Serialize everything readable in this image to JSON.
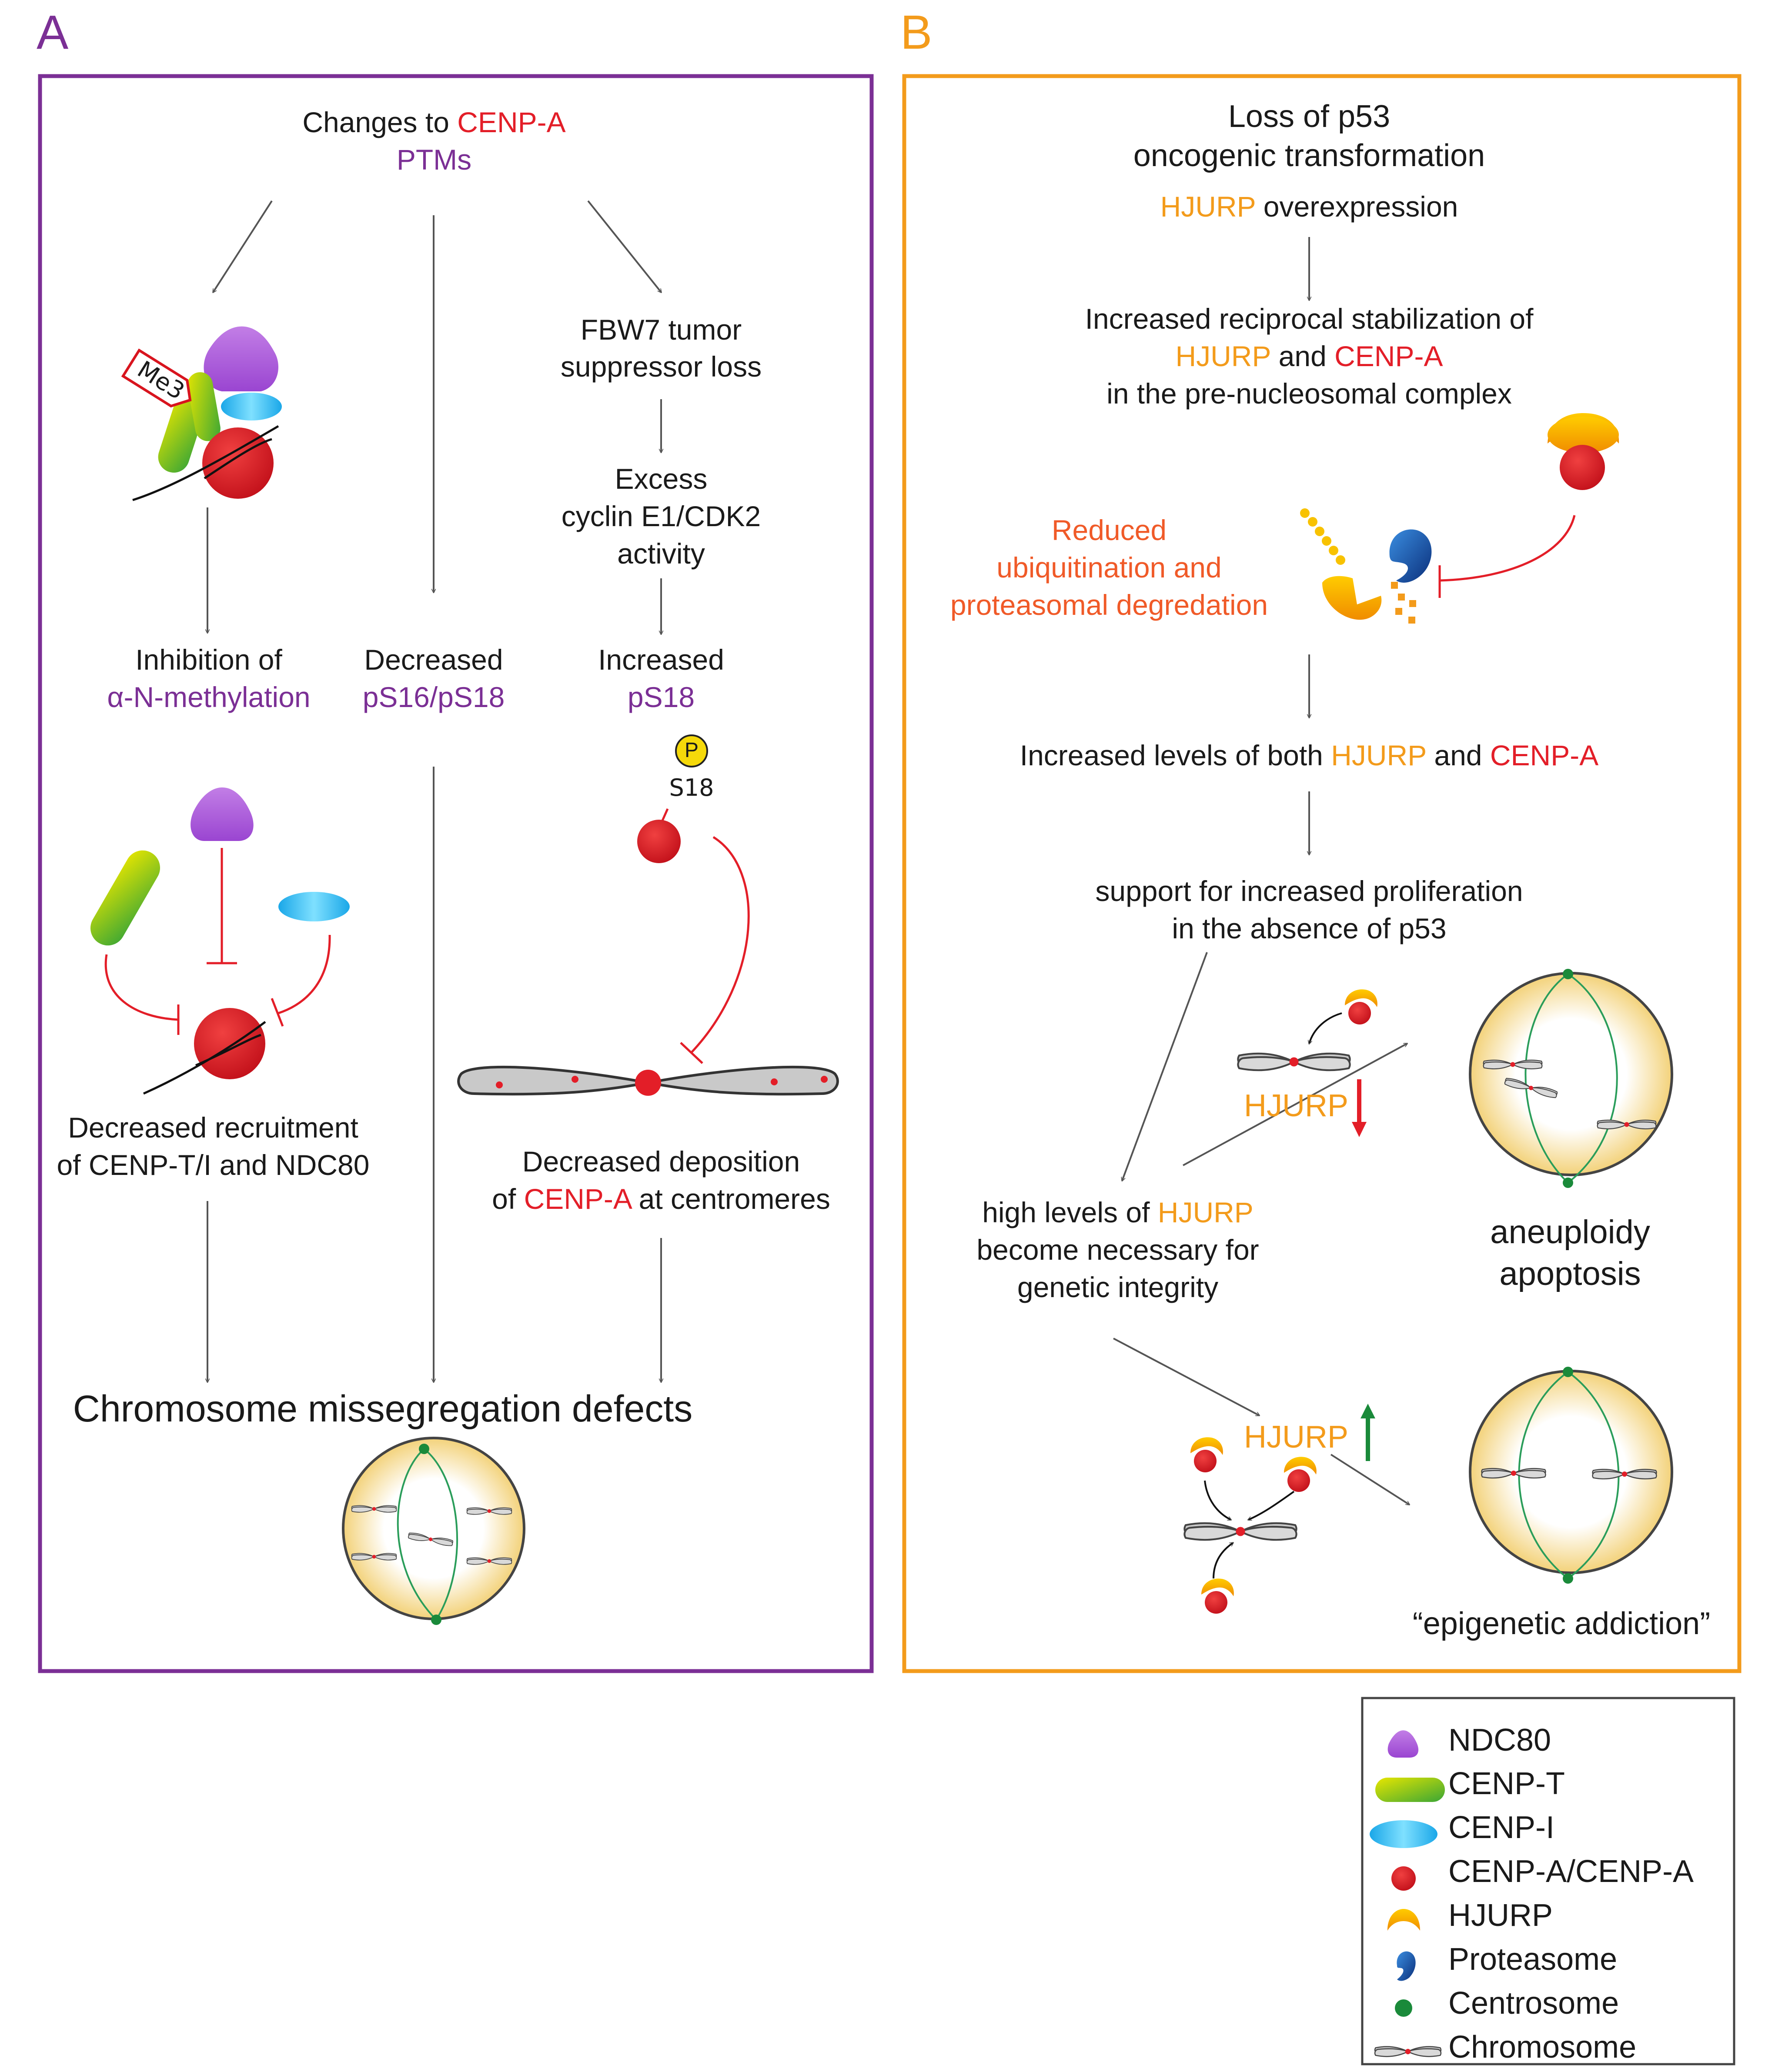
{
  "colors": {
    "purple": "#7b2f95",
    "orange": "#f39b1b",
    "red": "#e31e28",
    "green": "#1a8a3a",
    "arrow": "#555555",
    "text": "#1a1a1a"
  },
  "panel_a": {
    "letter": "A",
    "header_1": "Changes to",
    "header_cenpa": "CENP-A",
    "header_2": "PTMs",
    "me3_label": "Me3",
    "branch1_line1": "Inhibition of",
    "branch1_line2": "α-N-methylation",
    "branch2_line1": "Decreased",
    "branch2_line2": "pS16/pS18",
    "branch3_step1_line1": "FBW7 tumor",
    "branch3_step1_line2": "suppressor loss",
    "branch3_step2_line1": "Excess",
    "branch3_step2_line2": "cyclin E1/CDK2",
    "branch3_step2_line3": "activity",
    "branch3_step3_line1": "Increased",
    "branch3_step3_line2": "pS18",
    "phospho_label": "P",
    "s18_label": "S18",
    "recruit_line1": "Decreased recruitment",
    "recruit_line2": "of CENP-T/I and NDC80",
    "deposit_line1": "Decreased deposition",
    "deposit_of": "of",
    "deposit_cenpa": "CENP-A",
    "deposit_end": "at centromeres",
    "outcome": "Chromosome missegregation defects"
  },
  "panel_b": {
    "letter": "B",
    "header_line1": "Loss of p53",
    "header_line2": "oncogenic transformation",
    "overexp_hjurp": "HJURP",
    "overexp_rest": "overexpression",
    "stab_line1": "Increased reciprocal stabilization of",
    "stab_hjurp": "HJURP",
    "stab_and": "and",
    "stab_cenpa": "CENP-A",
    "stab_line3": "in the pre-nucleosomal complex",
    "reduced_line1": "Reduced",
    "reduced_line2": "ubiquitination and",
    "reduced_line3": "proteasomal degredation",
    "levels_pre": "Increased levels of both",
    "levels_hjurp": "HJURP",
    "levels_and": "and",
    "levels_cenpa": "CENP-A",
    "support_line1": "support for increased proliferation",
    "support_line2": "in the absence of p53",
    "high_line1_pre": "high levels of",
    "high_hjurp": "HJURP",
    "high_line2": "become necessary for",
    "high_line3": "genetic integrity",
    "hjurp_down": "HJURP",
    "hjurp_up": "HJURP",
    "aneuploidy": "aneuploidy",
    "apoptosis": "apoptosis",
    "addiction": "“epigenetic addiction”"
  },
  "legend": {
    "items": [
      {
        "label": "NDC80",
        "icon": "triangle-icon"
      },
      {
        "label": "CENP-T",
        "icon": "capsule-icon"
      },
      {
        "label": "CENP-I",
        "icon": "ellipse-icon"
      },
      {
        "label": "CENP-A/CENP-A",
        "icon": "red-dot-icon"
      },
      {
        "label": "HJURP",
        "icon": "crescent-icon"
      },
      {
        "label": "Proteasome",
        "icon": "proteasome-icon"
      },
      {
        "label": "Centrosome",
        "icon": "green-dot-icon"
      },
      {
        "label": "Chromosome",
        "icon": "chromosome-icon"
      }
    ]
  }
}
